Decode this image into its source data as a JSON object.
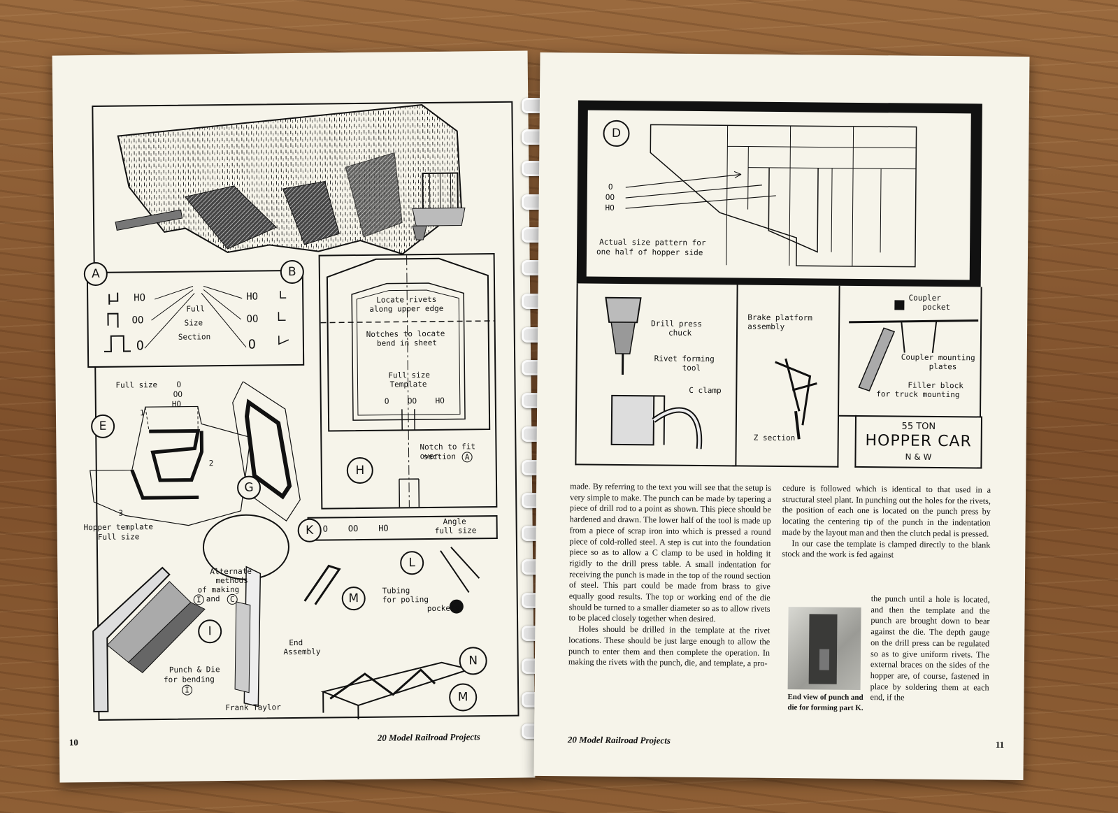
{
  "left_page": {
    "page_number": "10",
    "footer": "20 Model Railroad Projects",
    "box_ab": {
      "circle_a": "A",
      "circle_b": "B",
      "ho": "HO",
      "oo": "OO",
      "o": "O",
      "center_lines": [
        "Full",
        "Size",
        "Section"
      ]
    },
    "box_h": {
      "locate_rivets": [
        "Locate rivets",
        "along upper edge"
      ],
      "notches": [
        "Notches to locate",
        "bend in sheet"
      ],
      "template": [
        "Full size",
        "Template"
      ],
      "scales": "O    OO    HO",
      "notch_fit": [
        "Notch to fit over",
        "section"
      ],
      "notch_ref": "A",
      "circle": "H"
    },
    "lower": {
      "full_size": "Full size",
      "scale_o": "O",
      "scale_oo": "OO",
      "scale_ho": "HO",
      "circle_e": "E",
      "circle_g": "G",
      "fold_1": "1",
      "fold_2": "2",
      "fold_3": "3",
      "hopper_template": [
        "Hopper template",
        "Full size"
      ],
      "alternate": [
        "Alternate",
        "methods",
        "of making",
        "and"
      ],
      "alt_ref_1": "I",
      "alt_ref_2": "C",
      "circle_i": "I",
      "punch_die": [
        "Punch & Die",
        "for bending"
      ],
      "punch_ref": "I",
      "signature": "Frank Taylor",
      "circle_k": "K",
      "angle_scales": "O    OO    HO",
      "angle_label": [
        "Angle",
        "full size"
      ],
      "circle_m1": "M",
      "circle_l": "L",
      "tubing": [
        "Tubing",
        "for poling",
        "pockets"
      ],
      "end_assembly": [
        "End",
        "Assembly"
      ],
      "circle_n": "N",
      "circle_m2": "M"
    }
  },
  "right_page": {
    "page_number": "11",
    "footer": "20 Model Railroad Projects",
    "box_d": {
      "circle": "D",
      "scales": [
        "O",
        "OO",
        "HO"
      ],
      "caption": [
        "Actual size pattern for",
        "one half of hopper side"
      ]
    },
    "panel_tool": {
      "chuck": [
        "Drill press",
        "chuck"
      ],
      "rivet_tool": [
        "Rivet forming",
        "tool"
      ],
      "c_clamp": "C clamp"
    },
    "panel_brake": {
      "title": [
        "Brake platform",
        "assembly"
      ],
      "section": "Z section"
    },
    "panel_coupler": {
      "pocket": [
        "Coupler",
        "pocket"
      ],
      "plates": [
        "Coupler mounting",
        "plates"
      ],
      "filler": [
        "Filler block",
        "for truck mounting"
      ]
    },
    "title_block": {
      "tonnage": "55 TON",
      "name": "HOPPER CAR",
      "road": "N & W"
    },
    "col1": [
      "made. By referring to the text you will see that the setup is very simple to make. The punch can be made by tapering a piece of drill rod to a point as shown. This piece should be hardened and drawn. The lower half of the tool is made up from a piece of scrap iron into which is pressed a round piece of cold-rolled steel. A step is cut into the foundation piece so as to allow a C clamp to be used in holding it rigidly to the drill press table. A small indentation for receiving the punch is made in the top of the round section of steel. This part could be made from brass to give equally good results. The top or working end of the die should be turned to a smaller diameter so as to allow rivets to be placed closely together when desired.",
      "Holes should be drilled in the template at the rivet locations. These should be just large enough to allow the punch to enter them and then complete the operation. In making the rivets with the punch, die, and template, a pro-"
    ],
    "col2_top": [
      "cedure is followed which is identical to that used in a structural steel plant. In punching out the holes for the rivets, the position of each one is located on the punch press by locating the centering tip of the punch in the indentation made by the layout man and then the clutch pedal is pressed.",
      "In our case the template is clamped directly to the blank stock and the work is fed against"
    ],
    "col2_wrap": "the punch until a hole is located, and then the template and the punch are brought down to bear against the die. The depth gauge on the drill press can be regulated so as to give uniform rivets. The external braces on the sides of the hopper are, of course, fastened in place by soldering them at each end, if the",
    "photo_caption": "End view of punch and die for forming part K."
  },
  "colors": {
    "paper": "#f6f4ea",
    "ink": "#111111",
    "wood": "#8a5a33"
  }
}
